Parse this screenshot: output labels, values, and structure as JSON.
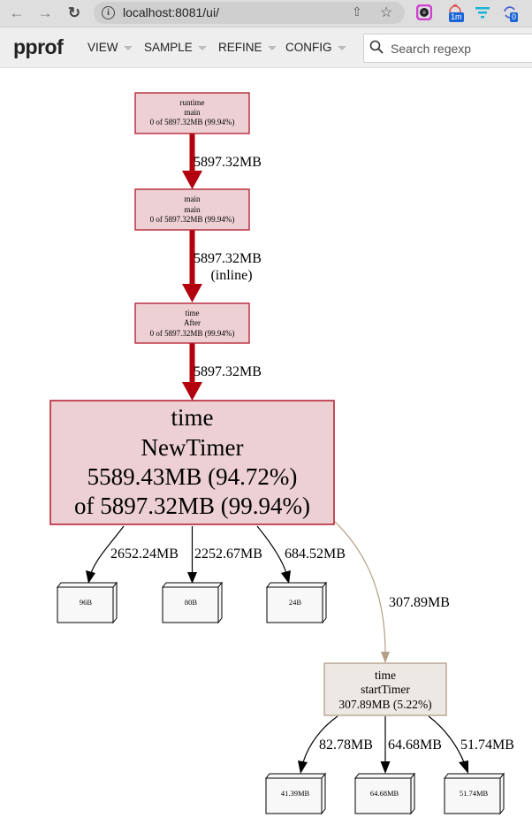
{
  "browser": {
    "url": "localhost:8081/ui/",
    "back_icon": "arrow-left",
    "forward_icon": "arrow-right",
    "reload_icon": "reload",
    "extensions": [
      {
        "name": "color-picker-extension",
        "badge": ""
      },
      {
        "name": "timer-extension",
        "badge": "1m"
      },
      {
        "name": "filter-extension",
        "badge": ""
      },
      {
        "name": "sync-extension",
        "badge": "0"
      }
    ]
  },
  "toolbar": {
    "brand": "pprof",
    "menus": [
      "VIEW",
      "SAMPLE",
      "REFINE",
      "CONFIG"
    ],
    "search_placeholder": "Search regexp"
  },
  "graph": {
    "colors": {
      "hot_fill": "#edd0d3",
      "hot_border": "#b2182b",
      "hot_edge": "#b2000f",
      "warm_fill": "#ede8e3",
      "warm_border": "#b29f86",
      "warm_edge": "#b29f86",
      "leaf_fill": "#f8f8f8"
    },
    "nodes": [
      {
        "id": "runtime_main",
        "lines": [
          "runtime",
          "main",
          "0 of 5897.32MB (99.94%)"
        ]
      },
      {
        "id": "main_main",
        "lines": [
          "main",
          "main",
          "0 of 5897.32MB (99.94%)"
        ]
      },
      {
        "id": "time_After",
        "lines": [
          "time",
          "After",
          "0 of 5897.32MB (99.94%)"
        ]
      },
      {
        "id": "time_NewTimer",
        "lines": [
          "time",
          "NewTimer",
          "5589.43MB (94.72%)",
          "of 5897.32MB (99.94%)"
        ]
      },
      {
        "id": "time_startTimer",
        "lines": [
          "time",
          "startTimer",
          "307.89MB (5.22%)"
        ]
      }
    ],
    "leaves": [
      {
        "id": "leaf_96B",
        "label": "96B"
      },
      {
        "id": "leaf_80B",
        "label": "80B"
      },
      {
        "id": "leaf_24B",
        "label": "24B"
      },
      {
        "id": "leaf_41_39MB",
        "label": "41.39MB"
      },
      {
        "id": "leaf_64_68MB",
        "label": "64.68MB"
      },
      {
        "id": "leaf_51_74MB",
        "label": "51.74MB"
      }
    ],
    "edges": [
      {
        "from": "runtime_main",
        "to": "main_main",
        "label": "5897.32MB",
        "sub": ""
      },
      {
        "from": "main_main",
        "to": "time_After",
        "label": "5897.32MB",
        "sub": "(inline)"
      },
      {
        "from": "time_After",
        "to": "time_NewTimer",
        "label": "5897.32MB",
        "sub": ""
      },
      {
        "from": "time_NewTimer",
        "to": "leaf_96B",
        "label": "2652.24MB",
        "sub": ""
      },
      {
        "from": "time_NewTimer",
        "to": "leaf_80B",
        "label": "2252.67MB",
        "sub": ""
      },
      {
        "from": "time_NewTimer",
        "to": "leaf_24B",
        "label": "684.52MB",
        "sub": ""
      },
      {
        "from": "time_NewTimer",
        "to": "time_startTimer",
        "label": "307.89MB",
        "sub": ""
      },
      {
        "from": "time_startTimer",
        "to": "leaf_41_39MB",
        "label": "82.78MB",
        "sub": ""
      },
      {
        "from": "time_startTimer",
        "to": "leaf_64_68MB",
        "label": "64.68MB",
        "sub": ""
      },
      {
        "from": "time_startTimer",
        "to": "leaf_51_74MB",
        "label": "51.74MB",
        "sub": ""
      }
    ]
  }
}
